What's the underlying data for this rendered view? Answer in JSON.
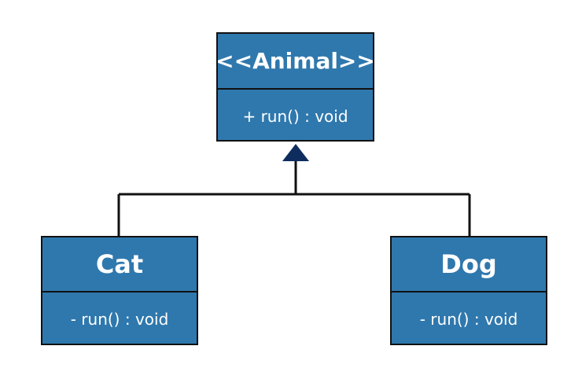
{
  "diagram": {
    "colors": {
      "box_fill": "#2f78ad",
      "border": "#111111",
      "text": "#ffffff",
      "arrowhead": "#0e2d5e"
    },
    "classes": {
      "animal": {
        "name": "<<Animal>>",
        "method": "+ run() : void"
      },
      "cat": {
        "name": "Cat",
        "method": "- run() : void"
      },
      "dog": {
        "name": "Dog",
        "method": "- run() : void"
      }
    }
  }
}
